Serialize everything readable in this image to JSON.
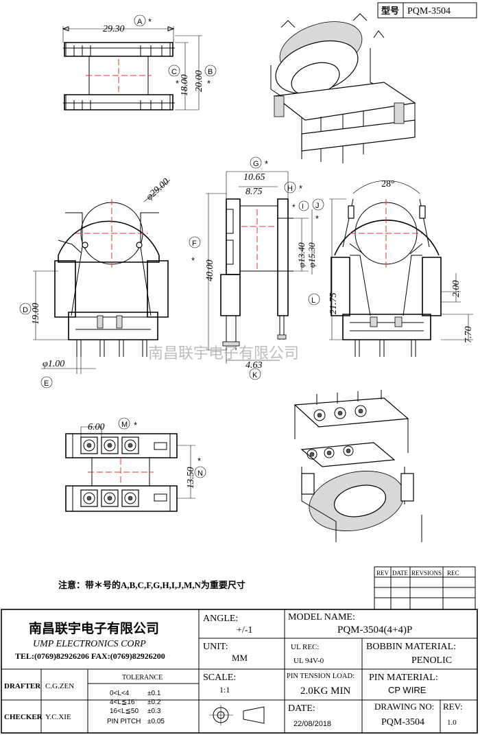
{
  "header": {
    "model_label": "型号",
    "model_code": "PQM-3504"
  },
  "watermark": "南昌联宇电子有限公司",
  "dims": {
    "A": {
      "letter": "A",
      "value": "29.30",
      "star": "*"
    },
    "B": {
      "letter": "B",
      "value": "20.00",
      "star": "*"
    },
    "C": {
      "letter": "C",
      "value": "18.00",
      "star": "*"
    },
    "D": {
      "letter": "D",
      "value": "19.00"
    },
    "E": {
      "letter": "E",
      "value": "φ1.00"
    },
    "F": {
      "letter": "F",
      "value": "40.00",
      "star": "*"
    },
    "G": {
      "letter": "G",
      "value": "10.65",
      "star": "*"
    },
    "H": {
      "letter": "H",
      "value": "8.75",
      "star": "*"
    },
    "I": {
      "letter": "I",
      "value": "φ13.40",
      "star": "*"
    },
    "J": {
      "letter": "J",
      "value": "φ15.30",
      "star": "*"
    },
    "K": {
      "letter": "K",
      "value": "4.63"
    },
    "L": {
      "letter": "L",
      "value": "21.75"
    },
    "M": {
      "letter": "M",
      "value": "6.00",
      "star": "*"
    },
    "N": {
      "letter": "N",
      "value": "13.50",
      "star": "*"
    },
    "dia29": "φ29.00",
    "angle28": "28°",
    "d200": "2.00",
    "d770": "7.70"
  },
  "note": "注意：带＊号的A,B,C,F,G,H,I,J,M,N为重要尺寸",
  "revision": {
    "rev": "REV",
    "date": "DATE",
    "revsions": "REVSIONS",
    "rec": "REC"
  },
  "titleblock": {
    "company_cn": "南昌联宇电子有限公司",
    "company_en": "UMP ELECTRONICS CORP",
    "contact": "TEL:(0769)82926206  FAX:(0769)82926200",
    "angle_label": "ANGLE:",
    "angle_value": "+/-1",
    "unit_label": "UNIT:",
    "unit_value": "MM",
    "scale_label": "SCALE:",
    "scale_value": "1:1",
    "model_name_label": "MODEL  NAME:",
    "model_name_value": "PQM-3504(4+4)P",
    "ul_rec_label": "UL REC:",
    "ul_rec_value": "UL  94V-0",
    "bobbin_label": "BOBBIN  MATERIAL:",
    "bobbin_value": "PENOLIC",
    "pin_tension_label": "PIN TENSION LOAD:",
    "pin_tension_value": "2.0KG MIN",
    "pin_material_label": "PIN  MATERIAL:",
    "pin_material_value": "CP  WIRE",
    "date_label": "DATE:",
    "date_value": "22/08/2018",
    "drawing_no_label": "DRAWING  NO:",
    "drawing_no_value": "PQM-3504",
    "rev_label": "REV:",
    "rev_value": "1.0",
    "drafter_label": "DRAFTER",
    "drafter_value": "C.G.ZEN",
    "checker_label": "CHECKER",
    "checker_value": "Y.C.XIE",
    "tolerance_label": "TOLERANCE",
    "tol_rows": [
      {
        "range": "0<L<4",
        "tol": "±0.1"
      },
      {
        "range": "4<L≦16",
        "tol": "±0.2"
      },
      {
        "range": "16<L≦50",
        "tol": "±0.3"
      },
      {
        "range": "PIN PITCH",
        "tol": "±0.05"
      }
    ]
  }
}
